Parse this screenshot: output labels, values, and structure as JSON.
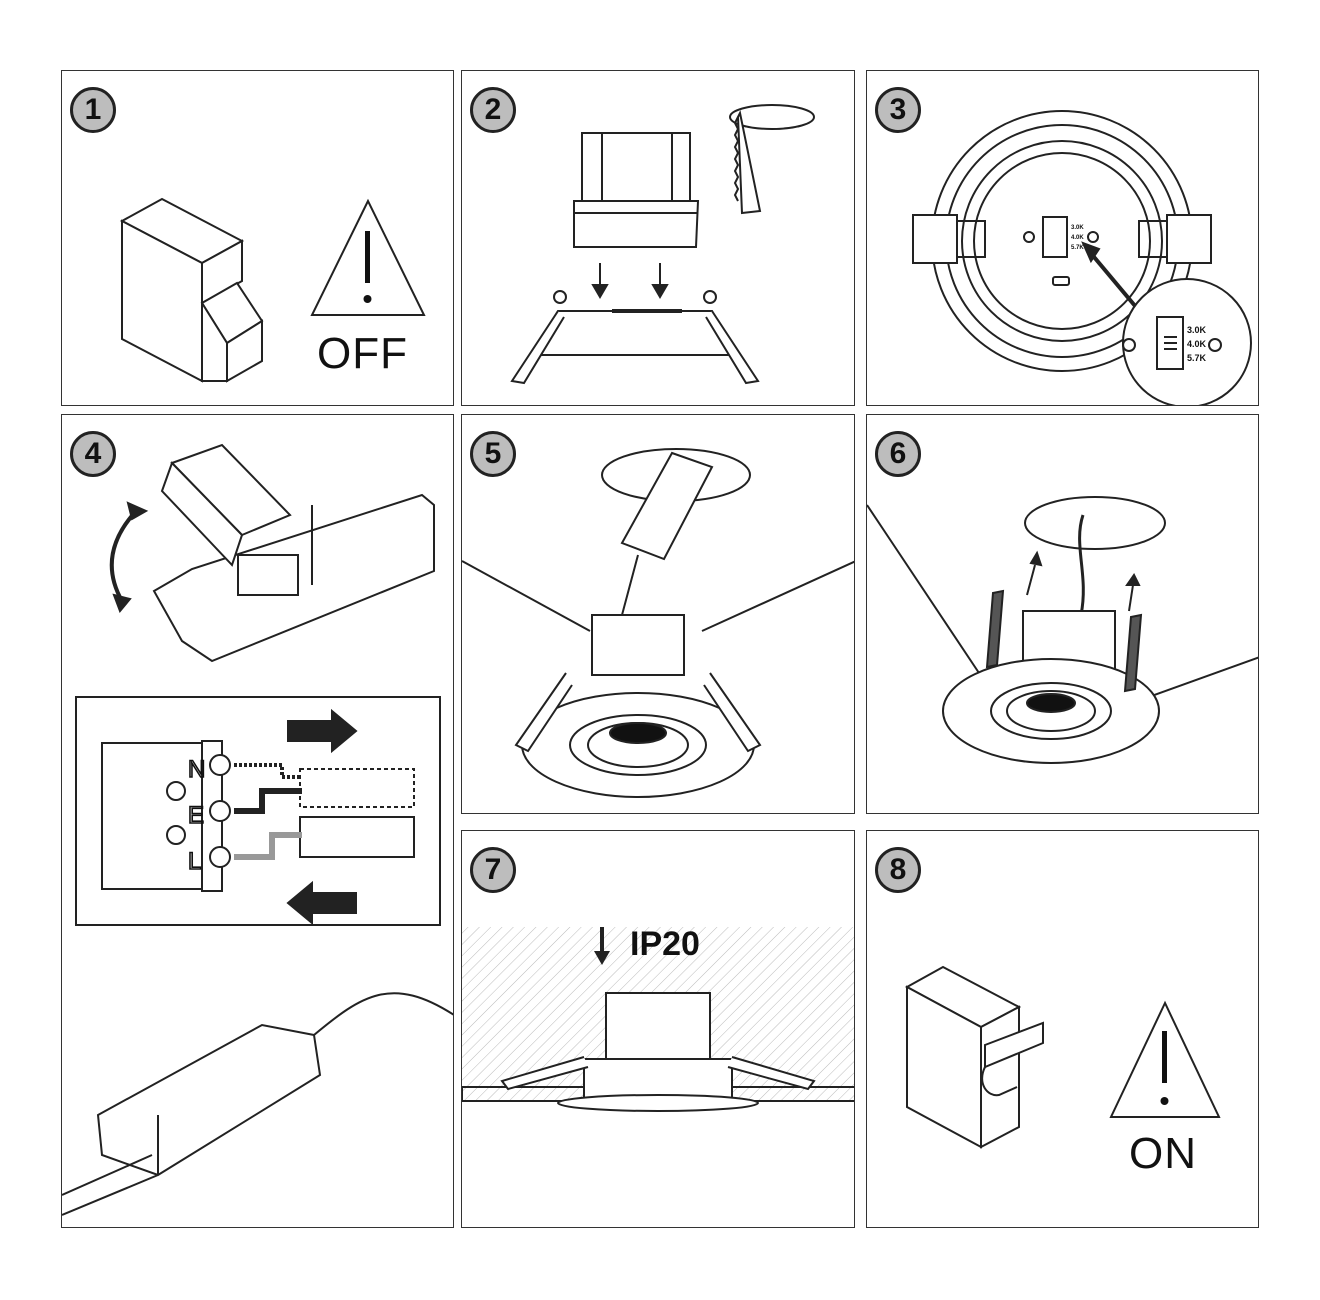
{
  "steps": [
    {
      "number": "1",
      "label": "OFF"
    },
    {
      "number": "2"
    },
    {
      "number": "3",
      "cct_options": [
        "3.0K",
        "4.0K",
        "5.7K"
      ]
    },
    {
      "number": "4",
      "terminals": [
        "N",
        "E",
        "L"
      ]
    },
    {
      "number": "5"
    },
    {
      "number": "6"
    },
    {
      "number": "7",
      "rating": "IP20"
    },
    {
      "number": "8",
      "label": "ON"
    }
  ],
  "colors": {
    "badge_fill": "#bdbdbd",
    "line": "#222222"
  }
}
